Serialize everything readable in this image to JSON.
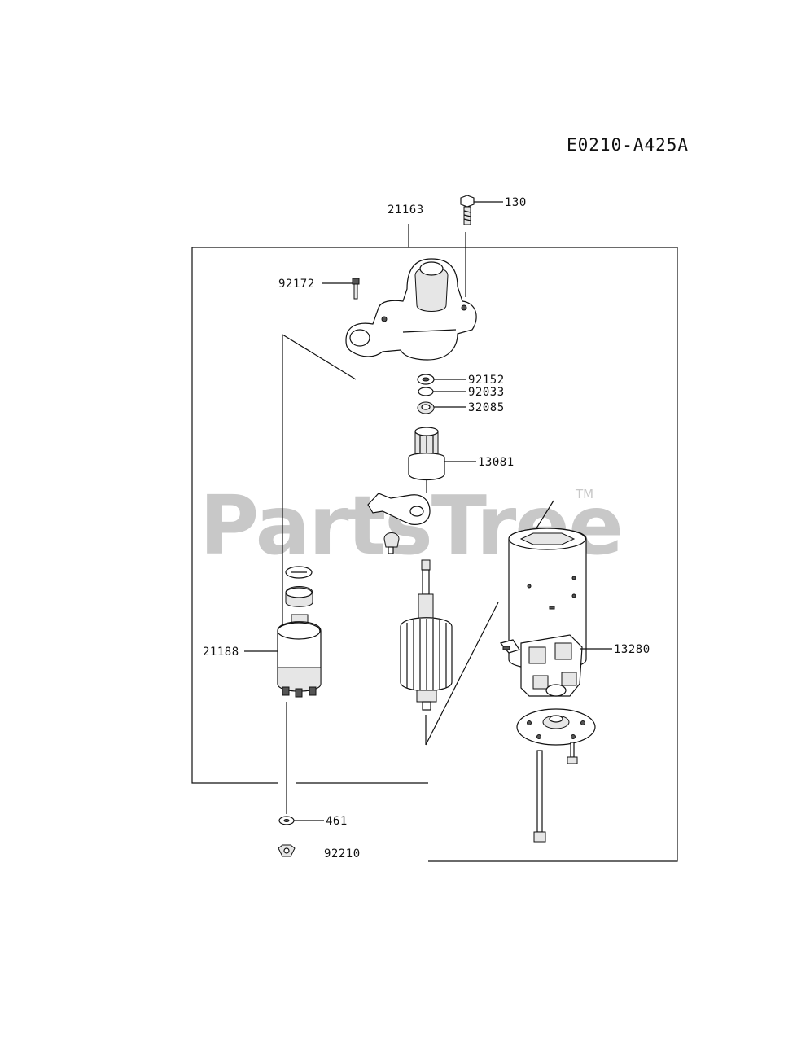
{
  "diagram_code": "E0210-A425A",
  "watermark": {
    "text": "PartsTree",
    "trademark": "TM"
  },
  "parts": [
    {
      "id": "p130",
      "number": "130"
    },
    {
      "id": "p21163",
      "number": "21163"
    },
    {
      "id": "p92172",
      "number": "92172"
    },
    {
      "id": "p92152",
      "number": "92152"
    },
    {
      "id": "p92033",
      "number": "92033"
    },
    {
      "id": "p32085",
      "number": "32085"
    },
    {
      "id": "p13081",
      "number": "13081"
    },
    {
      "id": "p21188",
      "number": "21188"
    },
    {
      "id": "p13280",
      "number": "13280"
    },
    {
      "id": "p461",
      "number": "461"
    },
    {
      "id": "p92210",
      "number": "92210"
    }
  ]
}
